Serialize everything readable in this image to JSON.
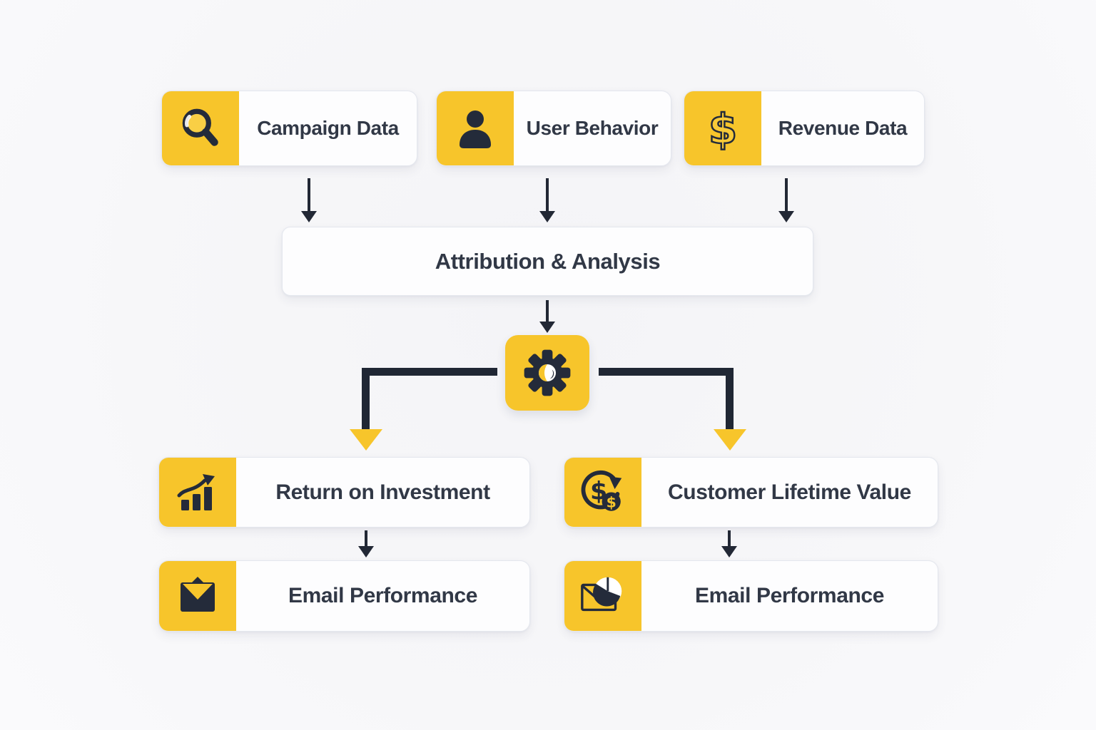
{
  "diagram": {
    "title_context": "marketing-analytics-flowchart",
    "sources": [
      {
        "label": "Campaign Data",
        "icon": "magnifier-icon"
      },
      {
        "label": "User Behavior",
        "icon": "user-icon"
      },
      {
        "label": "Revenue Data",
        "icon": "dollar-icon"
      }
    ],
    "process": {
      "label": "Attribution & Analysis"
    },
    "engine": {
      "icon": "gear-icon"
    },
    "outputs": [
      {
        "label": "Return on Investment",
        "icon": "growth-chart-icon"
      },
      {
        "label": "Customer Lifetime Value",
        "icon": "money-cycle-icon"
      }
    ],
    "results": [
      {
        "label": "Email Performance",
        "icon": "envelope-icon"
      },
      {
        "label": "Email Performance",
        "icon": "envelope-pie-icon"
      }
    ],
    "colors": {
      "accent_yellow": "#F7C52B",
      "dark_navy": "#242B3A",
      "connector_dark": "#202734",
      "text": "#313846",
      "box_background": "#FDFDFE",
      "box_border": "#E4E7EE",
      "page_background": "#F7F7F9"
    }
  }
}
